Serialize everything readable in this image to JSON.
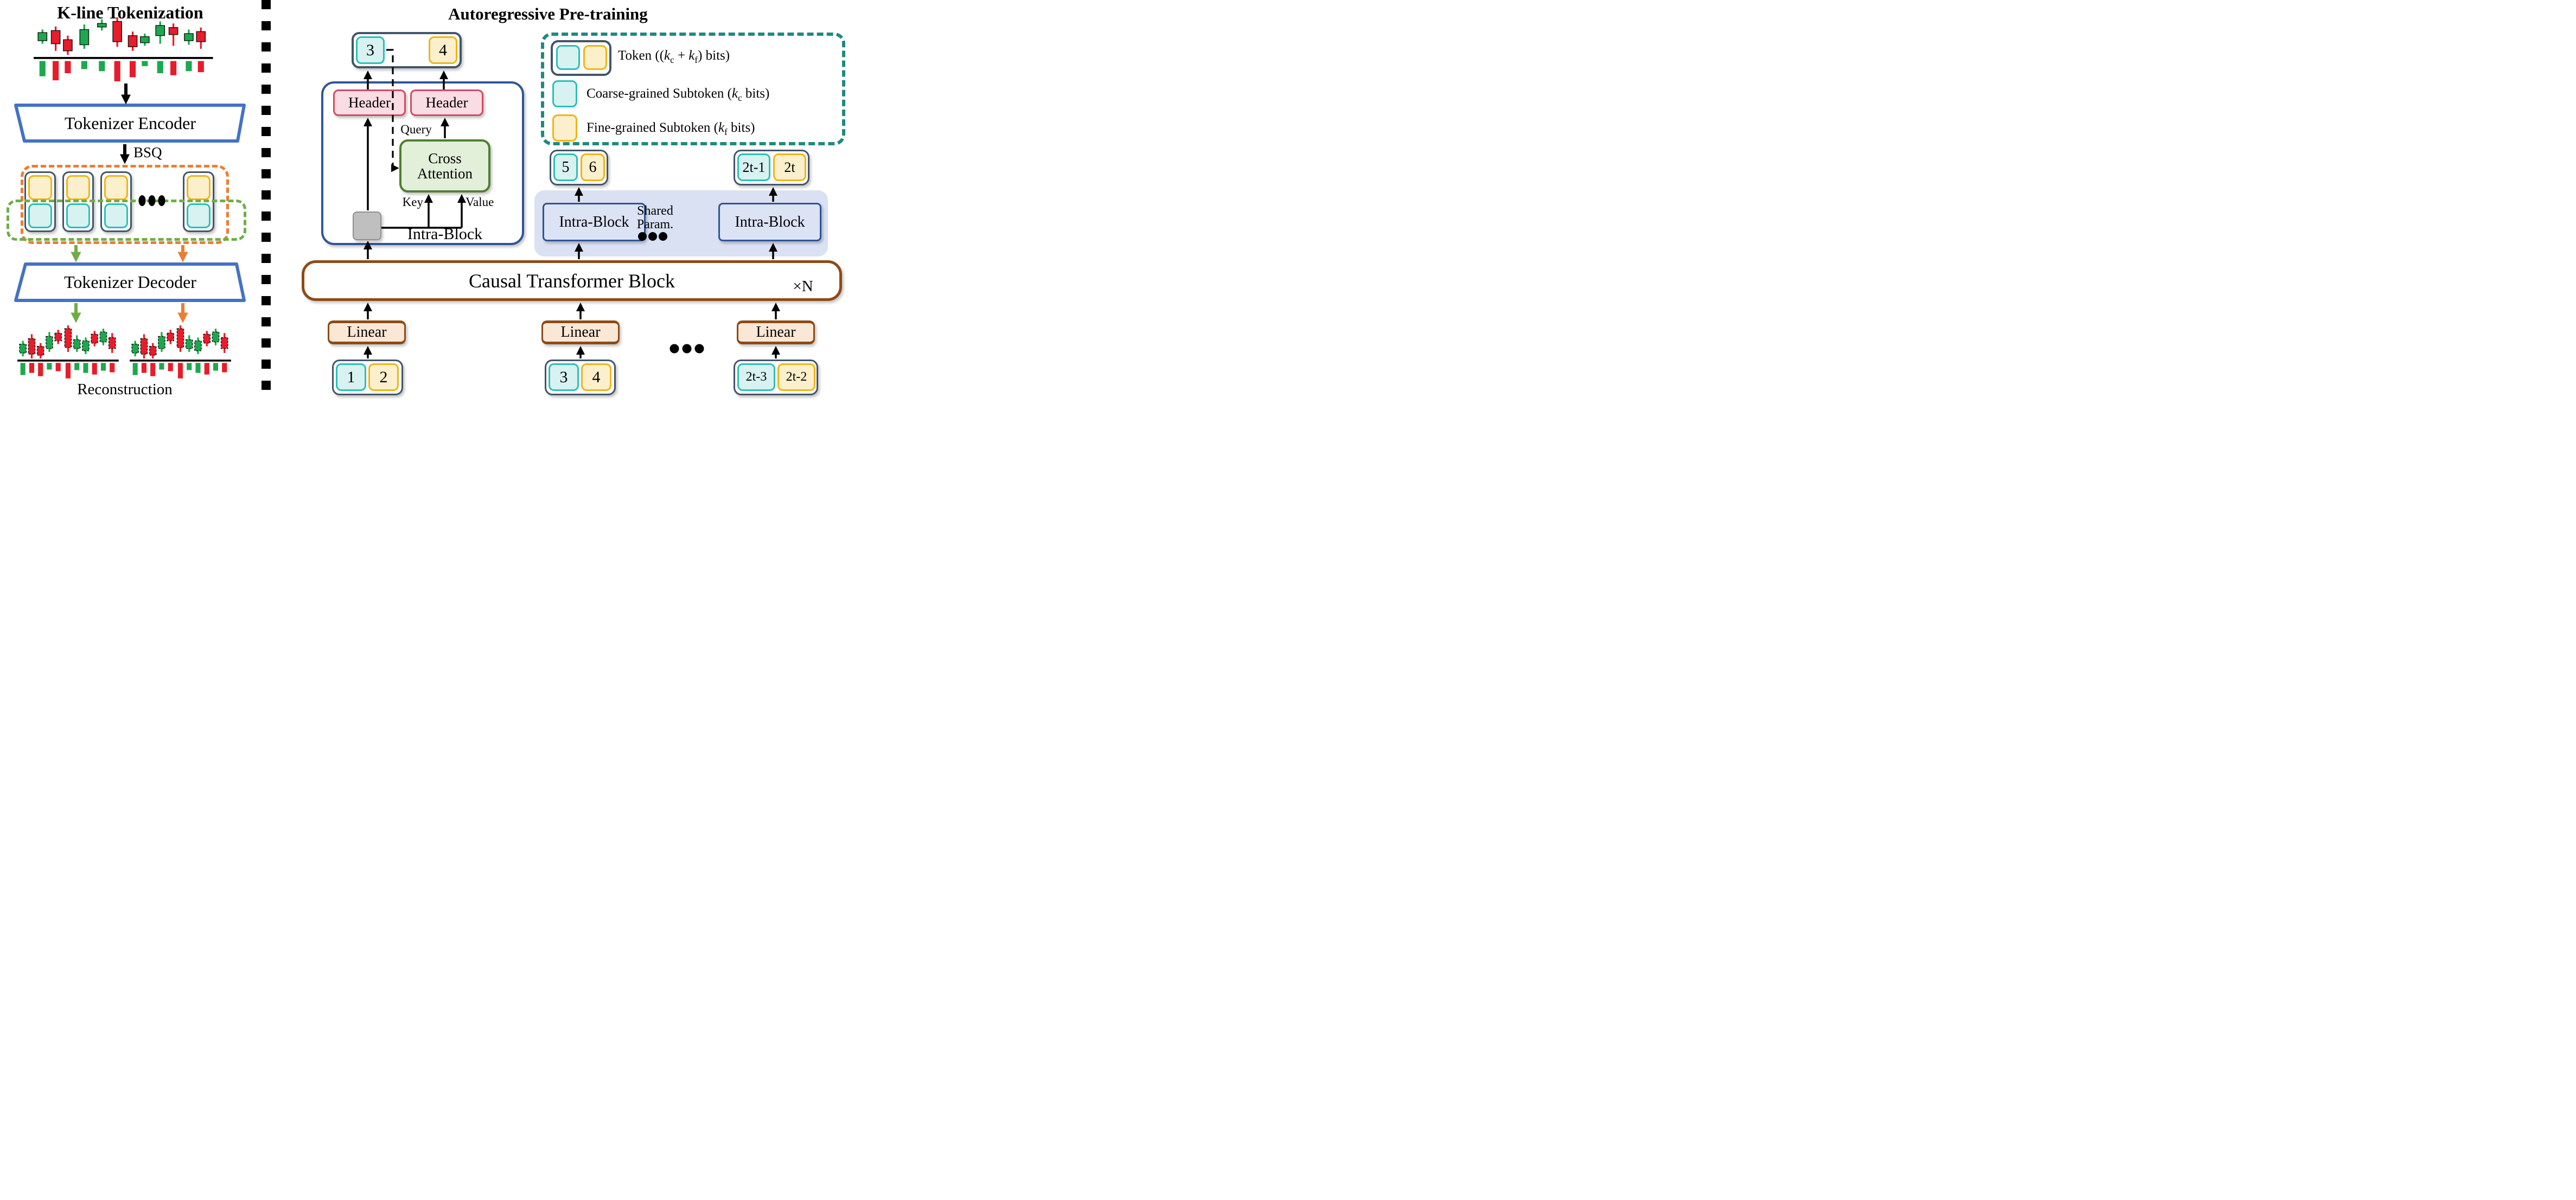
{
  "colors": {
    "candle_up": "#1CA94D",
    "candle_down": "#E81C2A",
    "coarse_border": "#2CBFB7",
    "coarse_fill": "#D7F2F0",
    "fine_border": "#EFB516",
    "fine_fill": "#FCEFCB",
    "token_outline": "#44546A",
    "header_fill": "#FADCE4",
    "header_border": "#D24A60",
    "cross_fill": "#E2EFD9",
    "cross_border": "#507E32",
    "block_blue": "#2F5597",
    "trapezoid_blue": "#4472C4",
    "brown": "#8E4A15",
    "linear_fill": "#FBE7D5",
    "band_fill": "#D9E1F3",
    "legend_teal": "#20897F",
    "orange": "#ED7D31",
    "green": "#70AD47"
  },
  "left": {
    "title": "K-line Tokenization",
    "encoder_label": "Tokenizer Encoder",
    "bsq_label": "BSQ",
    "decoder_label": "Tokenizer Decoder",
    "reconstruction_label": "Reconstruction"
  },
  "right": {
    "title": "Autoregressive Pre-training",
    "header_label": "Header",
    "cross_attention_line1": "Cross",
    "cross_attention_line2": "Attention",
    "query_label": "Query",
    "key_label": "Key",
    "value_label": "Value",
    "intra_block_label": "Intra-Block",
    "shared_param_line1": "Shared",
    "shared_param_line2": "Param.",
    "causal_label": "Causal Transformer Block",
    "repeat_label": "×N",
    "linear_label": "Linear",
    "tokens": {
      "output_pair": [
        "3",
        "4"
      ],
      "mid_pairs": [
        [
          "5",
          "6"
        ],
        [
          "2t-1",
          "2t"
        ]
      ],
      "input_pairs": [
        [
          "1",
          "2"
        ],
        [
          "3",
          "4"
        ],
        [
          "2t-3",
          "2t-2"
        ]
      ]
    }
  },
  "legend": {
    "token_label": {
      "p1": "Token ((",
      "k1": "k",
      "s1": "c",
      "p2": " + ",
      "k2": "k",
      "s2": "f",
      "p3": ") bits)"
    },
    "coarse_label": {
      "p1": "Coarse-grained Subtoken (",
      "k1": "k",
      "s1": "c",
      "p3": " bits)"
    },
    "fine_label": {
      "p1": "Fine-grained Subtoken (",
      "k1": "k",
      "s1": "f",
      "p3": " bits)"
    }
  },
  "kline": {
    "main": [
      [
        "g",
        20,
        24,
        30,
        46,
        52,
        30
      ],
      [
        "r",
        44,
        18,
        26,
        52,
        66,
        38
      ],
      [
        "r",
        66,
        36,
        44,
        66,
        74,
        24
      ],
      [
        "g",
        96,
        14,
        24,
        54,
        62,
        16
      ],
      [
        "g",
        128,
        4,
        12,
        19,
        26,
        20
      ],
      [
        "r",
        156,
        0,
        8,
        48,
        58,
        40
      ],
      [
        "r",
        184,
        28,
        36,
        58,
        66,
        32
      ],
      [
        "g",
        206,
        32,
        38,
        50,
        56,
        10
      ],
      [
        "g",
        234,
        8,
        16,
        36,
        52,
        24
      ],
      [
        "r",
        258,
        12,
        20,
        34,
        56,
        28
      ],
      [
        "g",
        286,
        24,
        32,
        46,
        54,
        20
      ],
      [
        "r",
        308,
        20,
        28,
        48,
        62,
        22
      ]
    ],
    "recon": [
      [
        "g",
        12,
        30,
        36,
        52,
        58,
        22
      ],
      [
        "r",
        28,
        18,
        26,
        54,
        62,
        18
      ],
      [
        "r",
        44,
        34,
        40,
        56,
        62,
        24
      ],
      [
        "g",
        60,
        14,
        22,
        44,
        50,
        12
      ],
      [
        "r",
        76,
        10,
        16,
        30,
        36,
        15
      ],
      [
        "r",
        94,
        2,
        8,
        42,
        50,
        28
      ],
      [
        "g",
        110,
        20,
        28,
        44,
        50,
        13
      ],
      [
        "g",
        126,
        24,
        30,
        48,
        54,
        18
      ],
      [
        "r",
        142,
        12,
        18,
        34,
        40,
        21
      ],
      [
        "g",
        158,
        8,
        14,
        32,
        38,
        14
      ],
      [
        "r",
        174,
        16,
        24,
        44,
        52,
        17
      ]
    ]
  }
}
